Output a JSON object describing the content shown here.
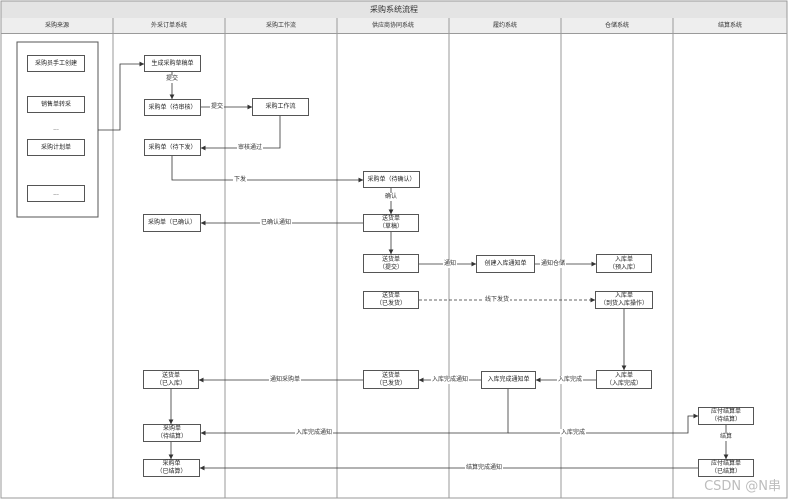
{
  "title": "采购系统流程",
  "lanes": [
    "采购来源",
    "外采订单系统",
    "采购工作流",
    "供应商协同系统",
    "履约系统",
    "仓储系统",
    "结算系统"
  ],
  "nodes": {
    "src_manual": "采购员手工创建",
    "src_sales": "销售单转采",
    "src_dots1": "...",
    "src_plan": "采购计划单",
    "src_dots2": "...",
    "gen_draft": "生成采购草稿单",
    "po_pending_review": "采购单（待审核）",
    "workflow": "采购工作流",
    "po_pending_issue": "采购单（待下发）",
    "po_pending_confirm": "采购单（待确认）",
    "po_confirmed": "采购单（已确认）",
    "dn_draft": "送货单\n（草稿）",
    "dn_submitted": "送货单\n（提交）",
    "create_inbound_notice": "创建入库通知单",
    "inbound_pre": "入库单\n（预入库）",
    "dn_shipped": "送货单\n（已发货）",
    "inbound_arrived": "入库单\n（到货入库操作）",
    "dn_shipped2": "送货单\n（已发货）",
    "inbound_done_notice": "入库完成通知单",
    "inbound_done": "入库单\n（入库完成）",
    "dn_inbound": "送货单\n（已入库）",
    "po_pending_settle": "采购单\n（待结算）",
    "payable_pending": "应付结算单\n（待结算）",
    "po_settled": "采购单\n（已结算）",
    "payable_settled": "应付结算单\n（已结算）"
  },
  "edge_labels": {
    "submit": "提交",
    "submit2": "提交",
    "approved": "审核通过",
    "issue": "下发",
    "confirm": "确认",
    "confirmed_notify": "已确认通知",
    "notify": "通知",
    "notify_warehouse": "通知仓储",
    "offline_ship": "线下发货",
    "inbound_complete": "入库完成",
    "inbound_complete_notify": "入库完成通知",
    "notify_po": "通知采购单",
    "inbound_complete_notify2": "入库完成通知",
    "inbound_complete2": "入库完成",
    "settle": "结算",
    "settle_complete_notify": "结算完成通知"
  },
  "watermark": "CSDN @N串"
}
